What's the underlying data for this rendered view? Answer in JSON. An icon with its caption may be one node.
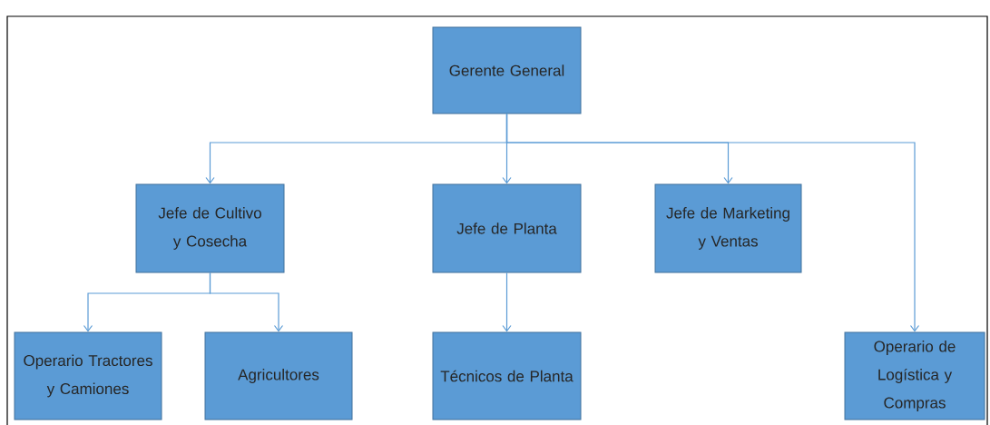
{
  "diagram": {
    "nodes": [
      {
        "text": [
          "Gerente General"
        ]
      },
      {
        "text": [
          "Jefe de Cultivo y Cosecha"
        ]
      },
      {
        "text": [
          "Jefe de Planta"
        ]
      },
      {
        "text": [
          "Jefe de Marketing y Ventas"
        ]
      },
      {
        "text": [
          "Operario Tractores y Camiones"
        ]
      },
      {
        "text": [
          "Agricultores"
        ]
      },
      {
        "text": [
          "Técnicos de Planta"
        ]
      },
      {
        "text": [
          "Operario de Logística y Compras"
        ]
      }
    ],
    "edges": [
      {
        "from": 0,
        "to": 1,
        "arrow": "to"
      },
      {
        "from": 0,
        "to": 2,
        "arrow": "to"
      },
      {
        "from": 0,
        "to": 3,
        "arrow": "to"
      },
      {
        "from": 0,
        "to": 7,
        "arrow": "to"
      },
      {
        "from": 1,
        "to": 4,
        "arrow": "to"
      },
      {
        "from": 1,
        "to": 5,
        "arrow": "to"
      },
      {
        "from": 2,
        "to": 6,
        "arrow": "to"
      }
    ]
  }
}
